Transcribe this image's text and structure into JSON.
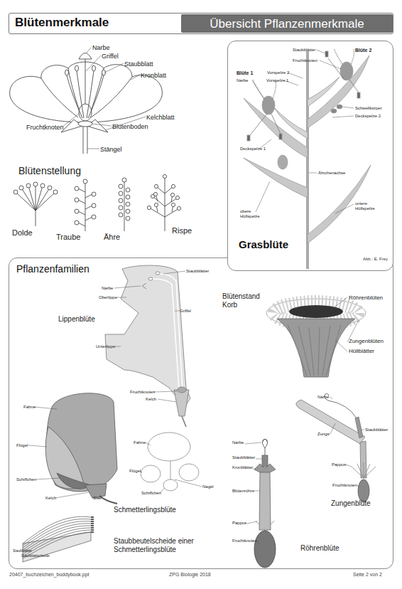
{
  "diagram": {
    "nodes": [
      {
        "text": [
          "Blütenmerkmale"
        ]
      },
      {
        "text": [
          "Übersicht Pflanzenmerkmale"
        ],
        "in": 0
      },
      {
        "text": [
          "Grasblüte",
          "Abb.: E. Frey"
        ]
      },
      {
        "text": [
          "Pflanzenfamilien"
        ]
      }
    ],
    "labels": [
      "Narbe",
      "Griffel",
      "Staubblatt",
      "Kronblatt",
      "Kelchblatt",
      "Fruchtknoten",
      "Blütenboden",
      "Stängel",
      "Blütenstellung",
      "Dolde",
      "Traube",
      "Ähre",
      "Rispe",
      "Staubblätter",
      "Blüte 2",
      "Fruchtknoten",
      "Blüte 1",
      "Vorspelze 2",
      "Narbe",
      "Vorspelze 1",
      "Schwellkörper",
      "Deckspelze 2",
      "Deckspelze 1",
      "Ährchenachse",
      "obere Hüllspelze",
      "untere Hüllspelze",
      "Lippenblüte",
      "Staubblätter",
      "Narbe",
      "Oberlippe",
      "Griffel",
      "Unterlippe",
      "Fruchtknoten",
      "Kelch",
      "Blütenstand Korb",
      "Röhrenblüten",
      "Zungenblüten",
      "Hüllblätter",
      "Fahne",
      "Flügel",
      "Schiffchen",
      "Kelch",
      "Stiel",
      "Schmetterlingsblüte",
      "Fahne",
      "Flügel",
      "Schiffchen",
      "Nagel",
      "Staubbeutelscheide einer Schmetterlingsblüte",
      "Staubblätter",
      "Staubblattscheide",
      "Narbe",
      "Zunge",
      "Staubblätter",
      "Pappus",
      "Fruchtknoten",
      "Zungenblüte",
      "Narbe",
      "Staubblätter",
      "Kronblätter",
      "Blütenröhre",
      "Pappus",
      "Fruchtknoten",
      "Röhrenblüte",
      "20407_buchzeichen_buddybook.ppt",
      "ZPG Biologie 2018",
      "Seite 2 von 2"
    ]
  }
}
